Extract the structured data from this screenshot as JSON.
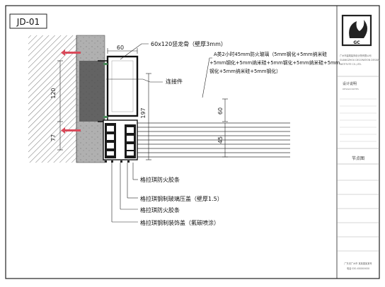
{
  "sheet": {
    "code": "JD-01",
    "title_block": {
      "company_small_lines": [
        "广州市建筑装饰设计院有限公司",
        "GUANGZHOU DECORATION DESIGN",
        "INSTITUTE CO.,LTD."
      ],
      "design_note_label": "设计说明",
      "design_note_sub": "DESIGN NOTES",
      "drawing_name": "节点图",
      "bottom_lines": [
        "广东省广州市 某某路某某号",
        "电话 020-XXXXXXXX"
      ]
    }
  },
  "callouts": {
    "mullion": "60x120竖龙骨（壁厚3mm）",
    "glass_line1": "A类2小时45mm防火玻璃（5mm钢化+5mm纳米硅",
    "glass_line2": "+5mm钢化+5mm纳米硅+5mm钢化+5mm纳米硅+5mm",
    "glass_line3": "钢化+5mm纳米硅+5mm钢化）",
    "connector": "连接件",
    "gasket1": "格拉琪防火胶条",
    "pressure_cap": "格拉琪钢制玻璃压盖（壁厚1.5）",
    "gasket2": "格拉琪防火胶条",
    "cover_cap": "格拉琪钢制装饰盖（氟碳喷涂）"
  },
  "dimensions": {
    "d60_top": "60",
    "d120": "120",
    "d77": "77",
    "d197": "197",
    "d60_right": "60",
    "d45": "45"
  },
  "colors": {
    "wall_gray": "#a8a8a8",
    "steel_black": "#1a1a1a",
    "anchor_red": "#d94a5a",
    "gasket_green": "#4a8a5a",
    "line": "#333333"
  }
}
